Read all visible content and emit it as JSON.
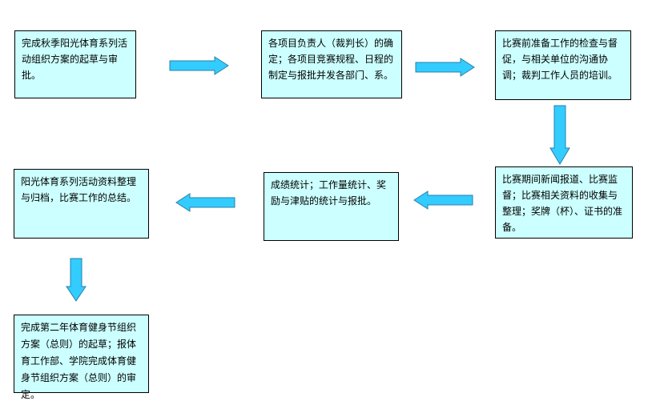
{
  "steps": {
    "s1": "完成秋季阳光体育系列活动组织方案的起草与审批。",
    "s2": "各项目负责人（裁判长）的确定；各项目竞赛规程、日程的制定与报批并发各部门、系。",
    "s3": "比赛前准备工作的检查与督促，与相关单位的沟通协调；裁判工作人员的培训。",
    "s4": "比赛期间新闻报道、比赛监督；比赛相关资料的收集与整理；奖牌（杯）、证书的准备。",
    "s5": "成绩统计；工作量统计、奖励与津贴的统计与报批。",
    "s6": "阳光体育系列活动资料整理与归档，比赛工作的总结。",
    "s7": "完成第二年体育健身节组织方案（总则）的起草；报体育工作部、学院完成体育健身节组织方案（总则）的审定。"
  },
  "colors": {
    "box_fill": "#ccffff",
    "arrow_fill": "#33ccff",
    "arrow_stroke": "#2a7fa8"
  }
}
